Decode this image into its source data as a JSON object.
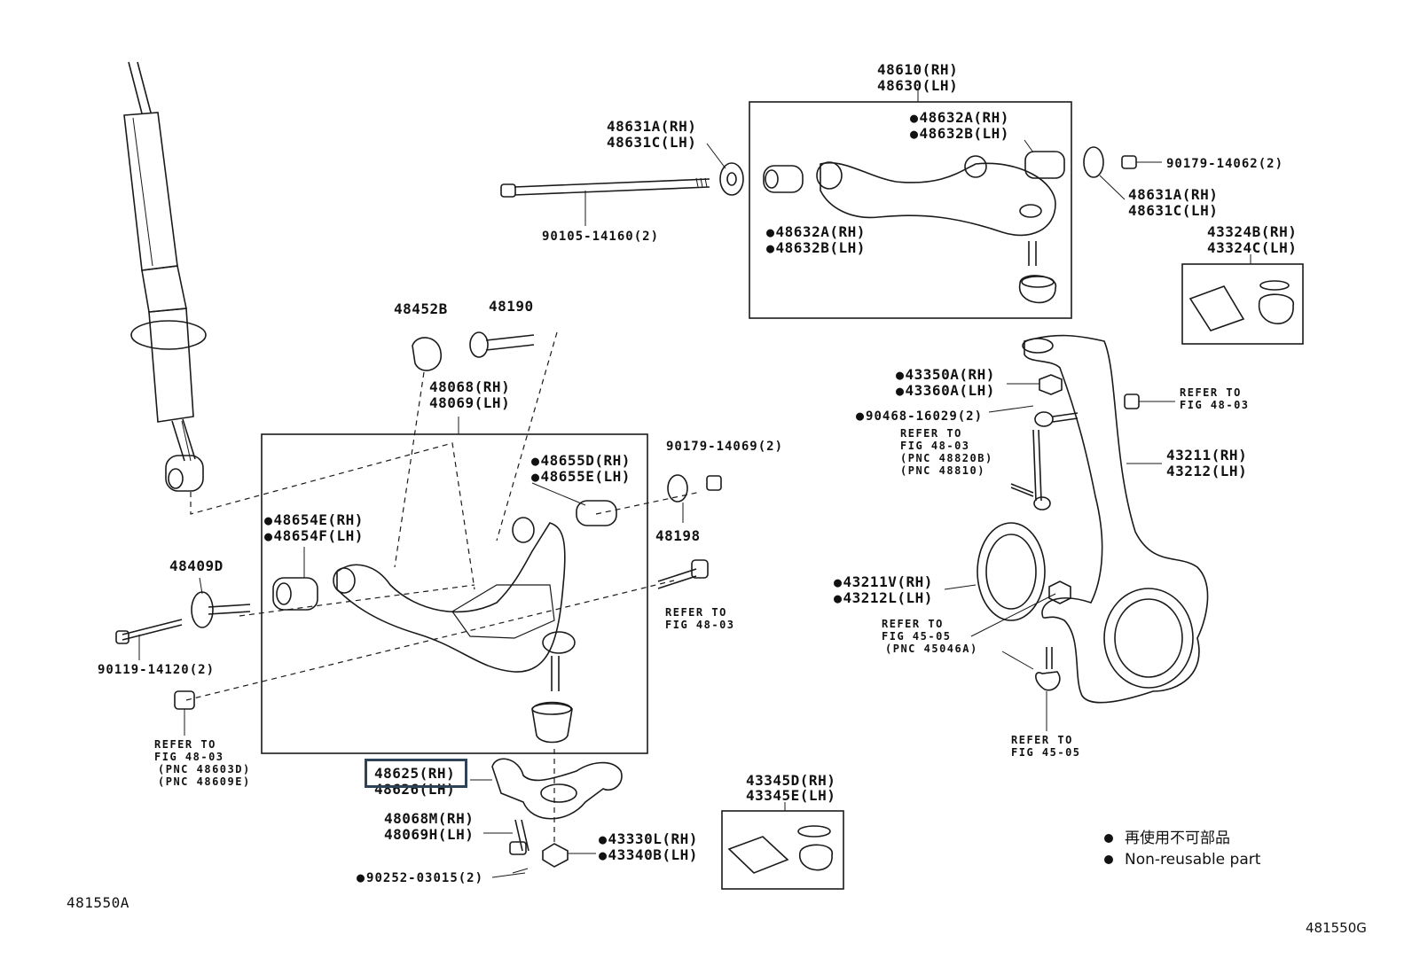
{
  "labels": {
    "l48610": "48610(RH)",
    "l48630": "48630(LH)",
    "l48631a_1": "48631A(RH)",
    "l48631c_1": "48631C(LH)",
    "l48632a_1": "48632A(RH)",
    "l48632b_1": "48632B(LH)",
    "l48632a_2": "48632A(RH)",
    "l48632b_2": "48632B(LH)",
    "l90105": "90105-14160(2)",
    "l90179_14062": "90179-14062(2)",
    "l48631a_2": "48631A(RH)",
    "l48631c_2": "48631C(LH)",
    "l43324b": "43324B(RH)",
    "l43324c": "43324C(LH)",
    "l48452b": "48452B",
    "l48190": "48190",
    "l48068": "48068(RH)",
    "l48069": "48069(LH)",
    "l48655d": "48655D(RH)",
    "l48655e": "48655E(LH)",
    "l90179_14069": "90179-14069(2)",
    "l48654e": "48654E(RH)",
    "l48654f": "48654F(LH)",
    "l48198": "48198",
    "l48409d": "48409D",
    "l90119": "90119-14120(2)",
    "l43350a": "43350A(RH)",
    "l43360a": "43360A(LH)",
    "l90468": "90468-16029(2)",
    "l43211": "43211(RH)",
    "l43212": "43212(LH)",
    "l43211v": "43211V(RH)",
    "l43212l": "43212L(LH)",
    "l48625": "48625(RH)",
    "l48626": "48626(LH)",
    "l48068m": "48068M(RH)",
    "l48069h": "48069H(LH)",
    "l43345d": "43345D(RH)",
    "l43345e": "43345E(LH)",
    "l43330l": "43330L(RH)",
    "l43340b": "43340B(LH)",
    "l90252": "90252-03015(2)"
  },
  "refs": {
    "r_48_03_a_1": "REFER TO",
    "r_48_03_a_2": "FIG 48-03",
    "r_48_03_b_1": "REFER TO",
    "r_48_03_b_2": "FIG 48-03",
    "r_48_03_b_3": "(PNC 48820B)",
    "r_48_03_b_4": "(PNC 48810)",
    "r_48_03_c_1": "REFER TO",
    "r_48_03_c_2": "FIG 48-03",
    "r_48_03_d_1": "REFER TO",
    "r_48_03_d_2": "FIG 48-03",
    "r_48_03_d_3": "(PNC 48603D)",
    "r_48_03_d_4": "(PNC 48609E)",
    "r_45_05_a_1": "REFER TO",
    "r_45_05_a_2": "FIG 45-05",
    "r_45_05_a_3": "(PNC 45046A)",
    "r_45_05_b_1": "REFER TO",
    "r_45_05_b_2": "FIG 45-05"
  },
  "legend": {
    "japanese": "再使用不可部品",
    "english": "Non-reusable part"
  },
  "footer": {
    "left_code": "481550A",
    "right_code": "481550G"
  }
}
